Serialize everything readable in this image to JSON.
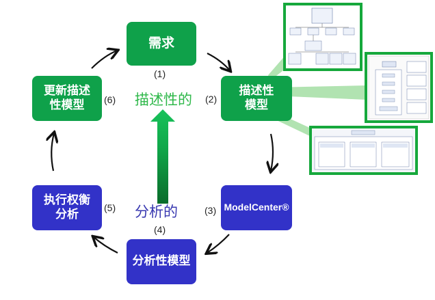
{
  "nodes": {
    "requirements": "需求",
    "descriptive_model": "描述性\n模型",
    "modelcenter": "ModelCenter®",
    "analytic_model": "分析性模型",
    "tradeoff": "执行权衡\n分析",
    "update_model": "更新描述\n性模型"
  },
  "steps": {
    "s1": "(1)",
    "s2": "(2)",
    "s3": "(3)",
    "s4": "(4)",
    "s5": "(5)",
    "s6": "(6)"
  },
  "labels": {
    "descriptive": "描述性的",
    "analytic": "分析的"
  },
  "colors": {
    "green": "#0fa14a",
    "blue": "#3232c8",
    "label_green": "#2fb84a",
    "label_blue": "#3838b0"
  }
}
